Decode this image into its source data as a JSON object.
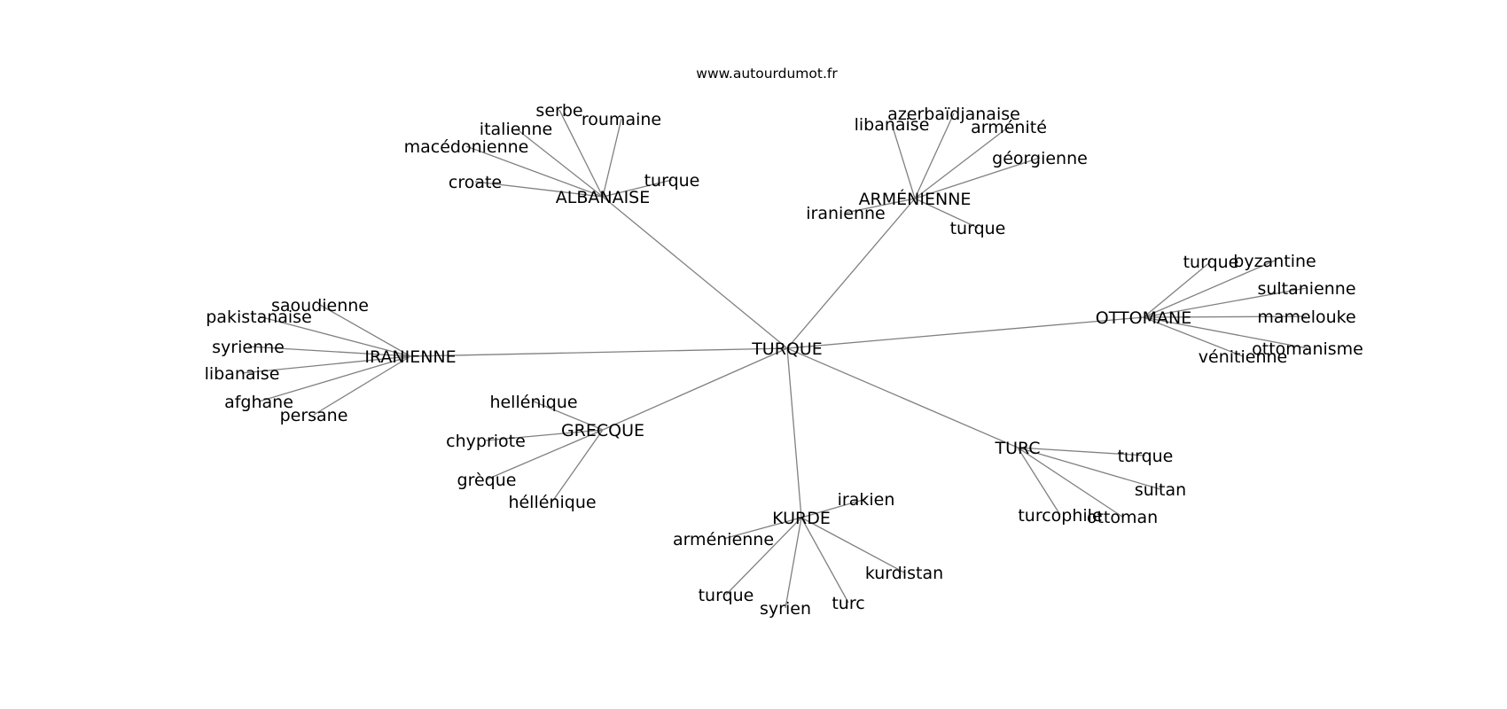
{
  "site": "www.autourdumot.fr",
  "graph": {
    "center": "TURQUE",
    "hubs": [
      {
        "id": "albanaise",
        "label": "ALBANAISE",
        "leaves": [
          "croate",
          "macédonienne",
          "italienne",
          "serbe",
          "roumaine",
          "turque"
        ]
      },
      {
        "id": "armenienne",
        "label": "ARMÉNIENNE",
        "leaves": [
          "libanaise",
          "azerbaïdjanaise",
          "arménité",
          "géorgienne",
          "iranienne",
          "turque"
        ]
      },
      {
        "id": "iranienne",
        "label": "IRANIENNE",
        "leaves": [
          "saoudienne",
          "pakistanaise",
          "syrienne",
          "libanaise",
          "afghane",
          "persane"
        ]
      },
      {
        "id": "ottomane",
        "label": "OTTOMANE",
        "leaves": [
          "turque",
          "byzantine",
          "sultanienne",
          "mamelouke",
          "ottomanisme",
          "vénitienne"
        ]
      },
      {
        "id": "grecque",
        "label": "GRECQUE",
        "leaves": [
          "hellénique",
          "chypriote",
          "grèque",
          "héllénique"
        ]
      },
      {
        "id": "turc",
        "label": "TURC",
        "leaves": [
          "turque",
          "sultan",
          "turcophile",
          "ottoman"
        ]
      },
      {
        "id": "kurde",
        "label": "KURDE",
        "leaves": [
          "irakien",
          "arménienne",
          "kurdistan",
          "turque",
          "syrien",
          "turc"
        ]
      }
    ]
  }
}
